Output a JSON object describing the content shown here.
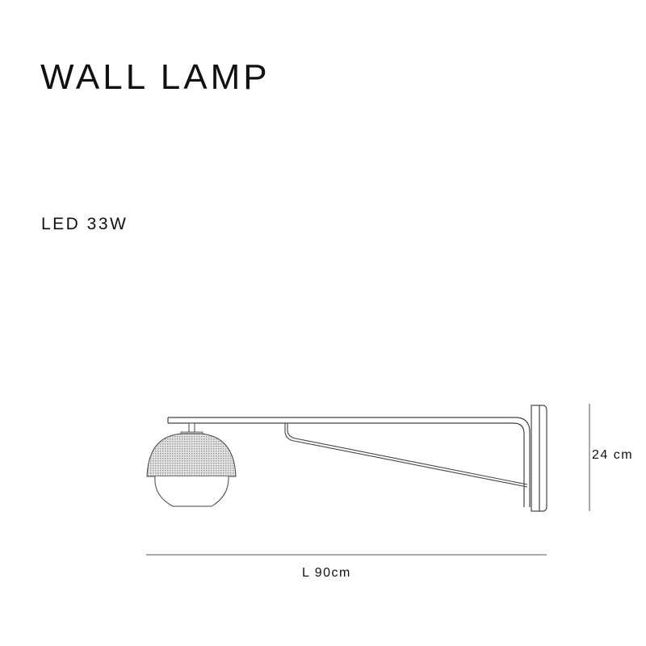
{
  "product": {
    "title": "WALL LAMP",
    "spec": "LED 33W"
  },
  "dimensions": {
    "length_label": "L 90cm",
    "height_label": "24 cm"
  },
  "colors": {
    "line": "#333333",
    "shade_fill": "#cfcfcf",
    "background": "#ffffff"
  }
}
